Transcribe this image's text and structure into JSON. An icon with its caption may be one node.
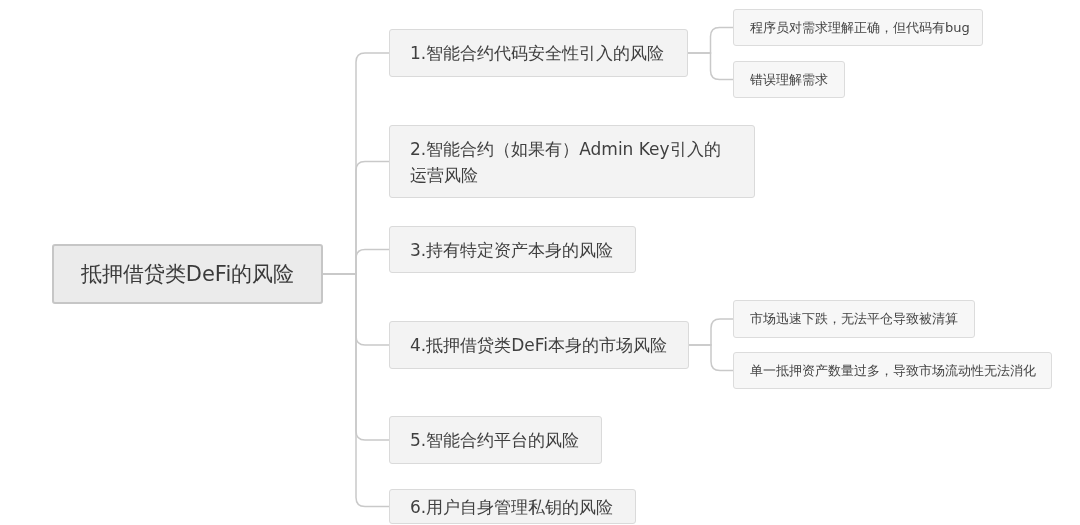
{
  "diagram": {
    "nodes": [
      {
        "text": [
          "抵押借贷类DeFi的风险"
        ]
      },
      {
        "text": [
          "1.智能合约代码安全性引入的风险"
        ]
      },
      {
        "text": [
          "程序员对需求理解正确，但代码有bug"
        ]
      },
      {
        "text": [
          "错误理解需求"
        ]
      },
      {
        "text": [
          "2.智能合约（如果有）Admin Key引入的运营风险"
        ]
      },
      {
        "text": [
          "3.持有特定资产本身的风险"
        ]
      },
      {
        "text": [
          "4.抵押借贷类DeFi本身的市场风险"
        ]
      },
      {
        "text": [
          "市场迅速下跌，无法平仓导致被清算"
        ]
      },
      {
        "text": [
          "单一抵押资产数量过多，导致市场流动性无法消化"
        ]
      },
      {
        "text": [
          "5.智能合约平台的风险"
        ]
      },
      {
        "text": [
          "6.用户自身管理私钥的风险"
        ]
      }
    ],
    "edges": [
      {
        "from": 0,
        "to": 1,
        "arrow": "none"
      },
      {
        "from": 1,
        "to": 2,
        "arrow": "none"
      },
      {
        "from": 1,
        "to": 3,
        "arrow": "none"
      },
      {
        "from": 0,
        "to": 4,
        "arrow": "none"
      },
      {
        "from": 0,
        "to": 5,
        "arrow": "none"
      },
      {
        "from": 0,
        "to": 6,
        "arrow": "none"
      },
      {
        "from": 6,
        "to": 7,
        "arrow": "none"
      },
      {
        "from": 6,
        "to": 8,
        "arrow": "none"
      },
      {
        "from": 0,
        "to": 9,
        "arrow": "none"
      },
      {
        "from": 0,
        "to": 10,
        "arrow": "none"
      }
    ]
  }
}
